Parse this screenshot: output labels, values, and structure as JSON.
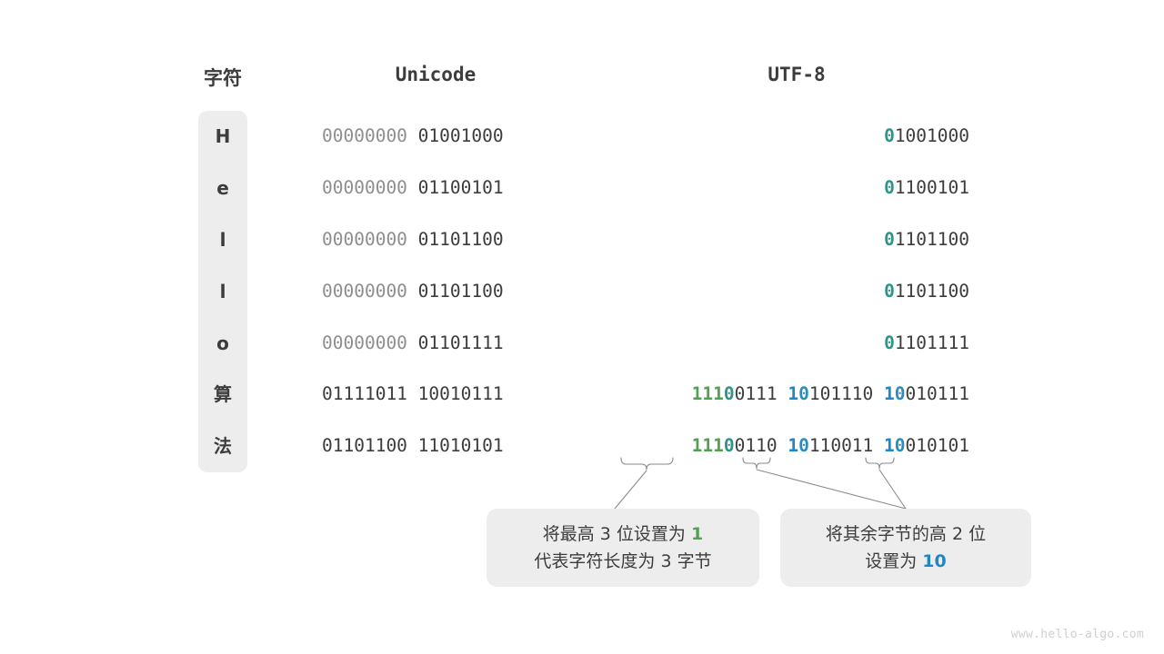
{
  "headers": {
    "character": "字符",
    "unicode": "Unicode",
    "utf8": "UTF-8"
  },
  "rows": [
    {
      "char": "H",
      "unicode_hi": "00000000",
      "unicode_lo": "01001000",
      "utf8_b1_prefix": "0",
      "utf8_b1_rest": "1001000"
    },
    {
      "char": "e",
      "unicode_hi": "00000000",
      "unicode_lo": "01100101",
      "utf8_b1_prefix": "0",
      "utf8_b1_rest": "1100101"
    },
    {
      "char": "l",
      "unicode_hi": "00000000",
      "unicode_lo": "01101100",
      "utf8_b1_prefix": "0",
      "utf8_b1_rest": "1101100"
    },
    {
      "char": "l",
      "unicode_hi": "00000000",
      "unicode_lo": "01101100",
      "utf8_b1_prefix": "0",
      "utf8_b1_rest": "1101100"
    },
    {
      "char": "o",
      "unicode_hi": "00000000",
      "unicode_lo": "01101111",
      "utf8_b1_prefix": "0",
      "utf8_b1_rest": "1101111"
    },
    {
      "char": "算",
      "unicode_hi": "01111011",
      "unicode_lo": "10010111",
      "utf8_b1_green": "111",
      "utf8_b1_teal": "0",
      "utf8_b1_rest": "0111",
      "utf8_b2_blue1": "1",
      "utf8_b2_blue0": "0",
      "utf8_b2_rest": "101110",
      "utf8_b3_blue1": "1",
      "utf8_b3_blue0": "0",
      "utf8_b3_rest": "010111"
    },
    {
      "char": "法",
      "unicode_hi": "01101100",
      "unicode_lo": "11010101",
      "utf8_b1_green": "111",
      "utf8_b1_teal": "0",
      "utf8_b1_rest": "0110",
      "utf8_b2_blue1": "1",
      "utf8_b2_blue0": "0",
      "utf8_b2_rest": "110011",
      "utf8_b3_blue1": "1",
      "utf8_b3_blue0": "0",
      "utf8_b3_rest": "010101"
    }
  ],
  "callouts": [
    {
      "line1_a": "将最高 3 位设置为 ",
      "line1_hl": "1",
      "line2": "代表字符长度为 3 字节"
    },
    {
      "line1": "将其余字节的高 2 位",
      "line2_a": "设置为 ",
      "line2_hl": "10"
    }
  ],
  "watermark": "www.hello-algo.com",
  "colors": {
    "green": "#53a055",
    "teal": "#2e9487",
    "blue": "#1f86c8",
    "dim": "#8e8e8e",
    "text": "#3c3c3c",
    "panel": "#ededed"
  }
}
